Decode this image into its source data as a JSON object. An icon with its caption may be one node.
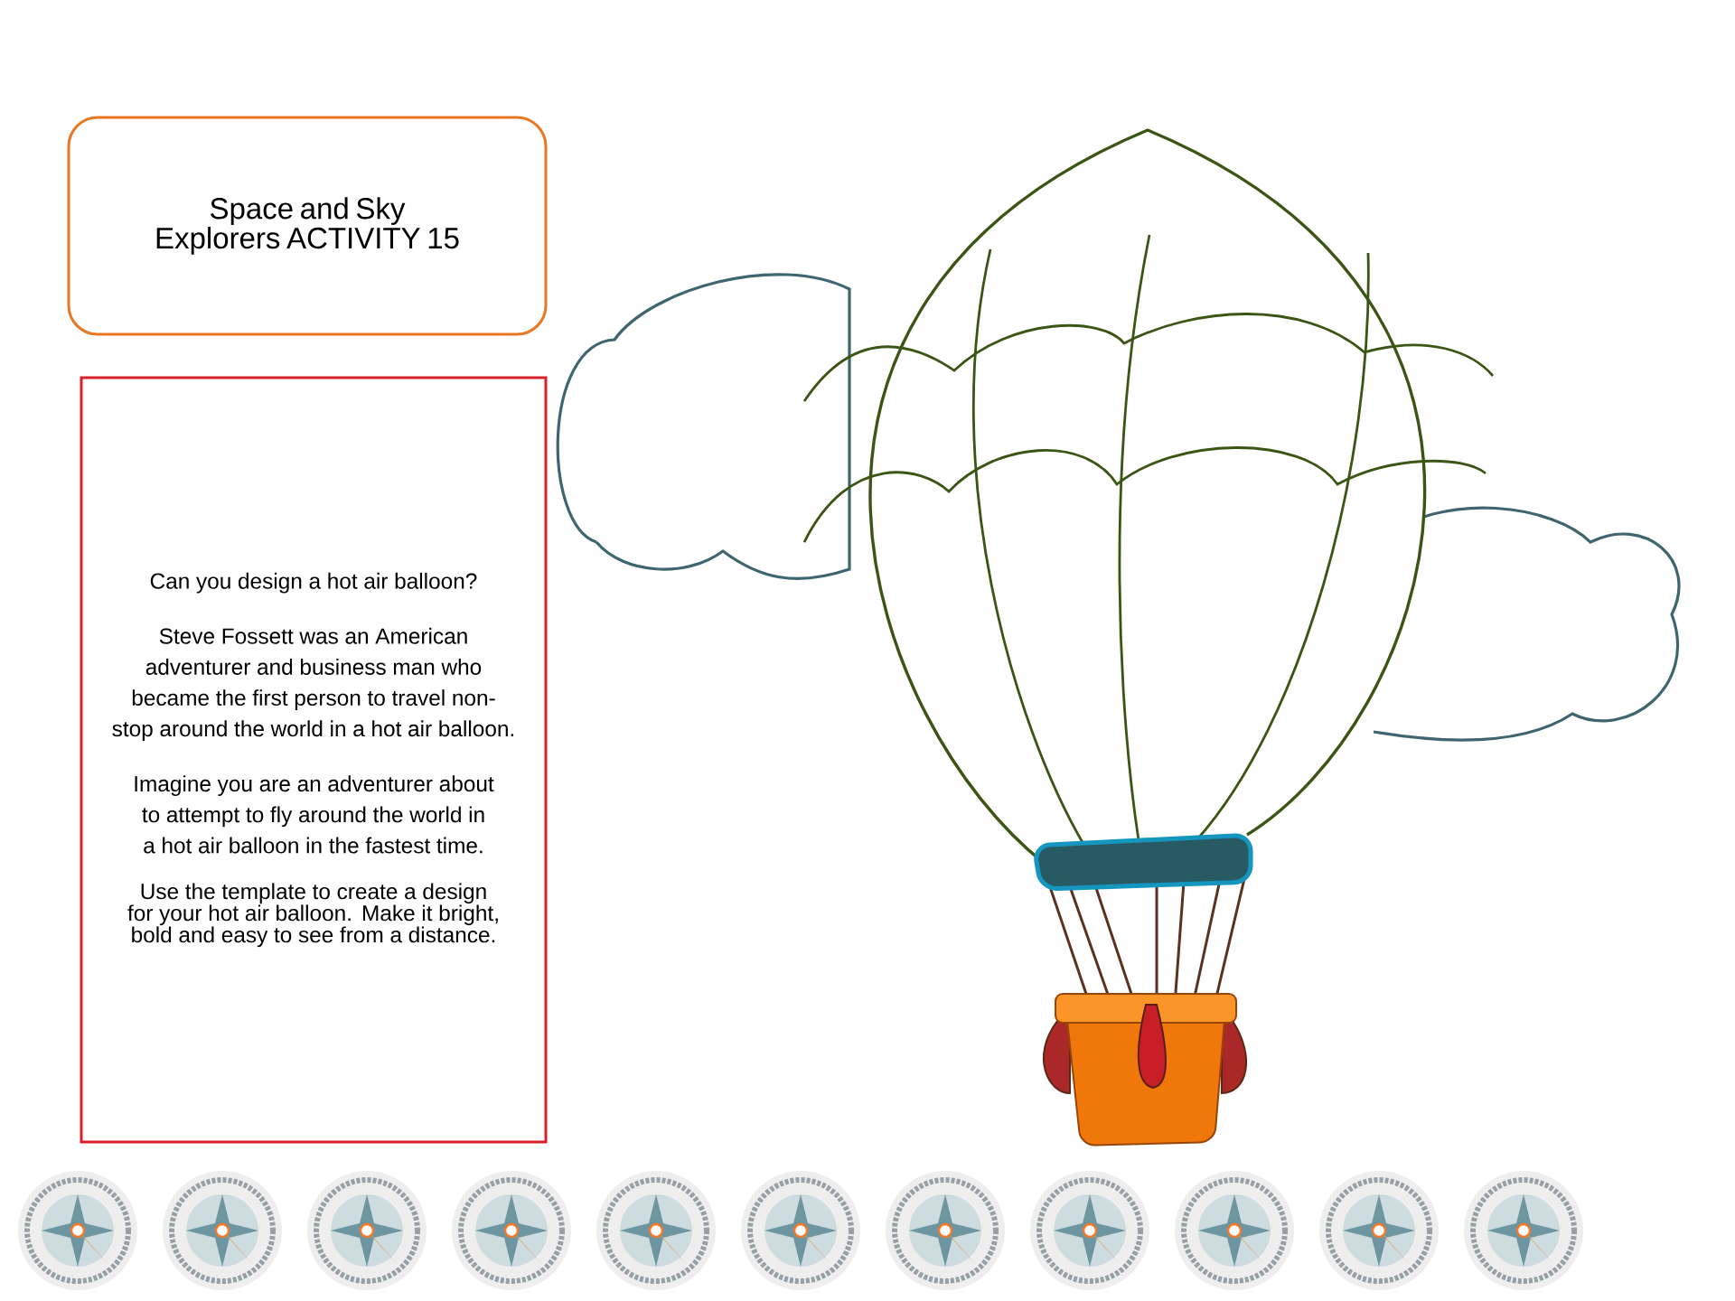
{
  "diagram": {
    "nodes": [
      {
        "text": [
          "Space and Sky Explorers ACTIVITY 15"
        ]
      },
      {
        "text": [
          "Can you design a hot air balloon?",
          "Steve Fossett was an American adventurer and business man who became the first person to travel non-stop around the world in a hot air balloon.",
          "Imagine you are an adventurer about to attempt to fly around the world in a hot air balloon in the fastest time.",
          "Use the template to create a design for your hot air balloon. Make it bright, bold and easy to see from a distance."
        ]
      }
    ]
  }
}
